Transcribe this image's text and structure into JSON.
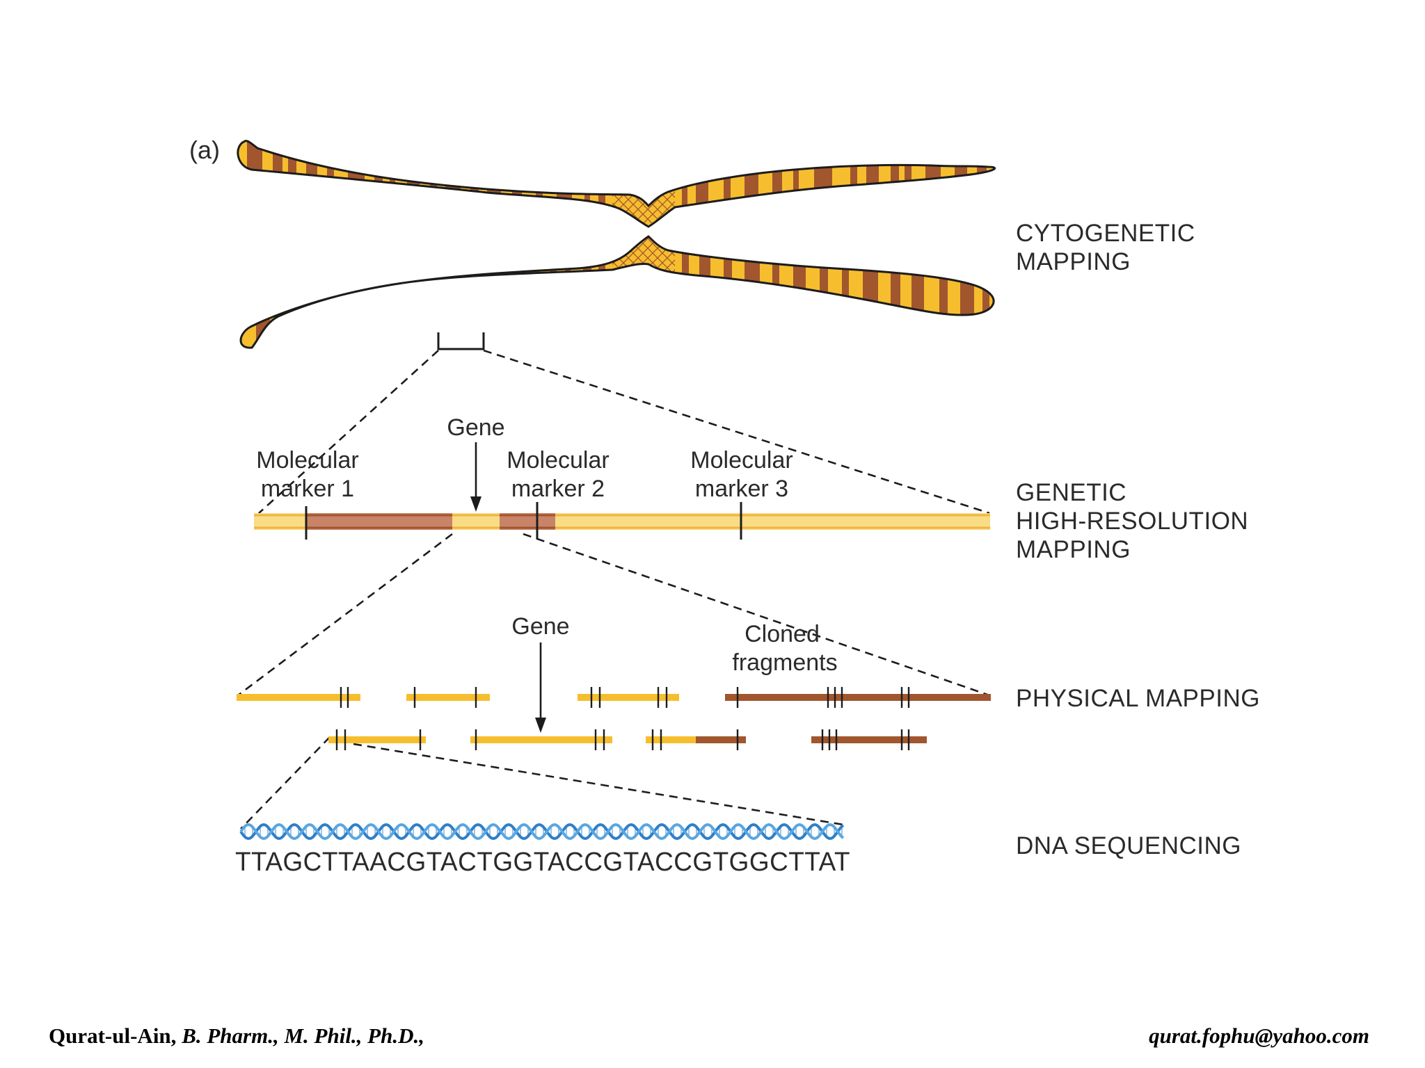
{
  "panel_label": "(a)",
  "side_labels": {
    "cytogenetic": [
      "CYTOGENETIC",
      "MAPPING"
    ],
    "genetic": [
      "GENETIC",
      "HIGH-RESOLUTION",
      "MAPPING"
    ],
    "physical": [
      "PHYSICAL MAPPING"
    ],
    "sequencing": [
      "DNA SEQUENCING"
    ]
  },
  "genetic_labels": {
    "gene": "Gene",
    "marker1": [
      "Molecular",
      "marker 1"
    ],
    "marker2": [
      "Molecular",
      "marker 2"
    ],
    "marker3": [
      "Molecular",
      "marker 3"
    ]
  },
  "physical_labels": {
    "gene": "Gene",
    "cloned": [
      "Cloned",
      "fragments"
    ]
  },
  "dna_sequence": "TTAGCTTAACGTACTGGTACCGTACCGTGGCTTAT",
  "footer": {
    "name": "Qurat-ul-Ain,",
    "credentials": " B. Pharm., M. Phil., Ph.D.,",
    "email": "qurat.fophu@yahoo.com"
  },
  "colors": {
    "band_yellow": "#f6be2e",
    "band_brown": "#a1562e",
    "light_yellow": "#f9dc86",
    "pink_brown": "#c98468",
    "helix_blue": "#2f7fc8"
  }
}
